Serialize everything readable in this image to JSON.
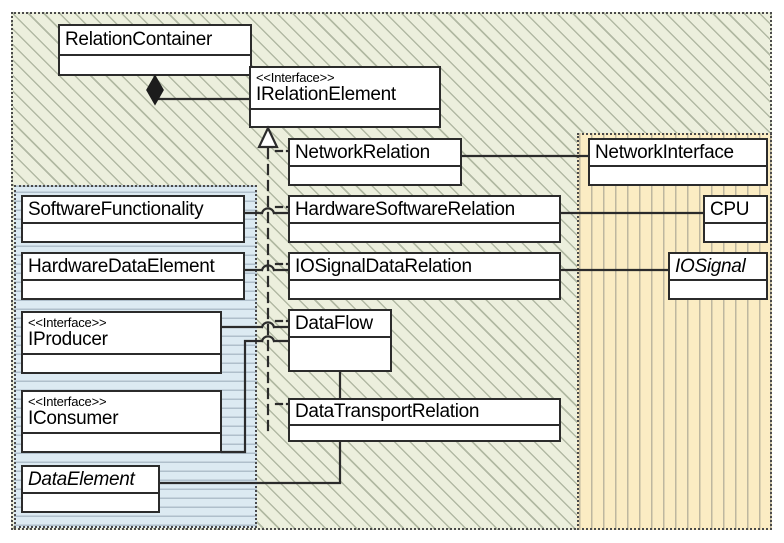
{
  "diagram": {
    "type": "uml-class-diagram",
    "regions": [
      {
        "key": "relations",
        "name": "relation-layer-region",
        "fill": "#ecefdd",
        "hatch": "diagonal"
      },
      {
        "key": "software",
        "name": "software-layer-region",
        "fill": "#dceaf2",
        "hatch": "horizontal"
      },
      {
        "key": "hardware",
        "name": "hardware-layer-region",
        "fill": "#fbecc3",
        "hatch": "vertical"
      }
    ],
    "colors": {
      "green_region": "#ecefdd",
      "blue_region": "#dceaf2",
      "orange_region": "#fbecc3",
      "box_fill": "#ffffff",
      "line": "#2b2b2b"
    },
    "classes": [
      {
        "id": "relationContainer",
        "stereotype": "",
        "name": "RelationContainer",
        "abstract": false,
        "region": "relations"
      },
      {
        "id": "iRelationElement",
        "stereotype": "<<Interface>>",
        "name": "IRelationElement",
        "abstract": false,
        "region": "relations"
      },
      {
        "id": "networkRelation",
        "stereotype": "",
        "name": "NetworkRelation",
        "abstract": false,
        "region": "relations"
      },
      {
        "id": "hardwareSoftwareRel",
        "stereotype": "",
        "name": "HardwareSoftwareRelation",
        "abstract": false,
        "region": "relations"
      },
      {
        "id": "ioSignalDataRelation",
        "stereotype": "",
        "name": "IOSignalDataRelation",
        "abstract": false,
        "region": "relations"
      },
      {
        "id": "dataFlow",
        "stereotype": "",
        "name": "DataFlow",
        "abstract": false,
        "region": "relations"
      },
      {
        "id": "dataTransportRelation",
        "stereotype": "",
        "name": "DataTransportRelation",
        "abstract": false,
        "region": "relations"
      },
      {
        "id": "softwareFunctionality",
        "stereotype": "",
        "name": "SoftwareFunctionality",
        "abstract": false,
        "region": "software"
      },
      {
        "id": "hardwareDataElement",
        "stereotype": "",
        "name": "HardwareDataElement",
        "abstract": false,
        "region": "software"
      },
      {
        "id": "iProducer",
        "stereotype": "<<Interface>>",
        "name": "IProducer",
        "abstract": false,
        "region": "software"
      },
      {
        "id": "iConsumer",
        "stereotype": "<<Interface>>",
        "name": "IConsumer",
        "abstract": false,
        "region": "software"
      },
      {
        "id": "dataElement",
        "stereotype": "",
        "name": "DataElement",
        "abstract": true,
        "region": "software"
      },
      {
        "id": "networkInterface",
        "stereotype": "",
        "name": "NetworkInterface",
        "abstract": false,
        "region": "hardware"
      },
      {
        "id": "cpu",
        "stereotype": "",
        "name": "CPU",
        "abstract": false,
        "region": "hardware"
      },
      {
        "id": "ioSignal",
        "stereotype": "",
        "name": "IOSignal",
        "abstract": true,
        "region": "hardware"
      }
    ],
    "relationships": [
      {
        "from": "relationContainer",
        "to": "iRelationElement",
        "kind": "composition"
      },
      {
        "from": "networkRelation",
        "to": "iRelationElement",
        "kind": "realization"
      },
      {
        "from": "hardwareSoftwareRel",
        "to": "iRelationElement",
        "kind": "realization"
      },
      {
        "from": "ioSignalDataRelation",
        "to": "iRelationElement",
        "kind": "realization"
      },
      {
        "from": "dataFlow",
        "to": "iRelationElement",
        "kind": "realization"
      },
      {
        "from": "dataTransportRelation",
        "to": "iRelationElement",
        "kind": "realization"
      },
      {
        "from": "networkRelation",
        "to": "networkInterface",
        "kind": "association"
      },
      {
        "from": "hardwareSoftwareRel",
        "to": "cpu",
        "kind": "association"
      },
      {
        "from": "hardwareSoftwareRel",
        "to": "softwareFunctionality",
        "kind": "association"
      },
      {
        "from": "ioSignalDataRelation",
        "to": "ioSignal",
        "kind": "association"
      },
      {
        "from": "ioSignalDataRelation",
        "to": "hardwareDataElement",
        "kind": "association"
      },
      {
        "from": "dataFlow",
        "to": "iProducer",
        "kind": "association"
      },
      {
        "from": "dataFlow",
        "to": "iConsumer",
        "kind": "association"
      },
      {
        "from": "dataFlow",
        "to": "dataTransportRelation",
        "kind": "association"
      },
      {
        "from": "dataTransportRelation",
        "to": "dataElement",
        "kind": "association"
      }
    ]
  }
}
